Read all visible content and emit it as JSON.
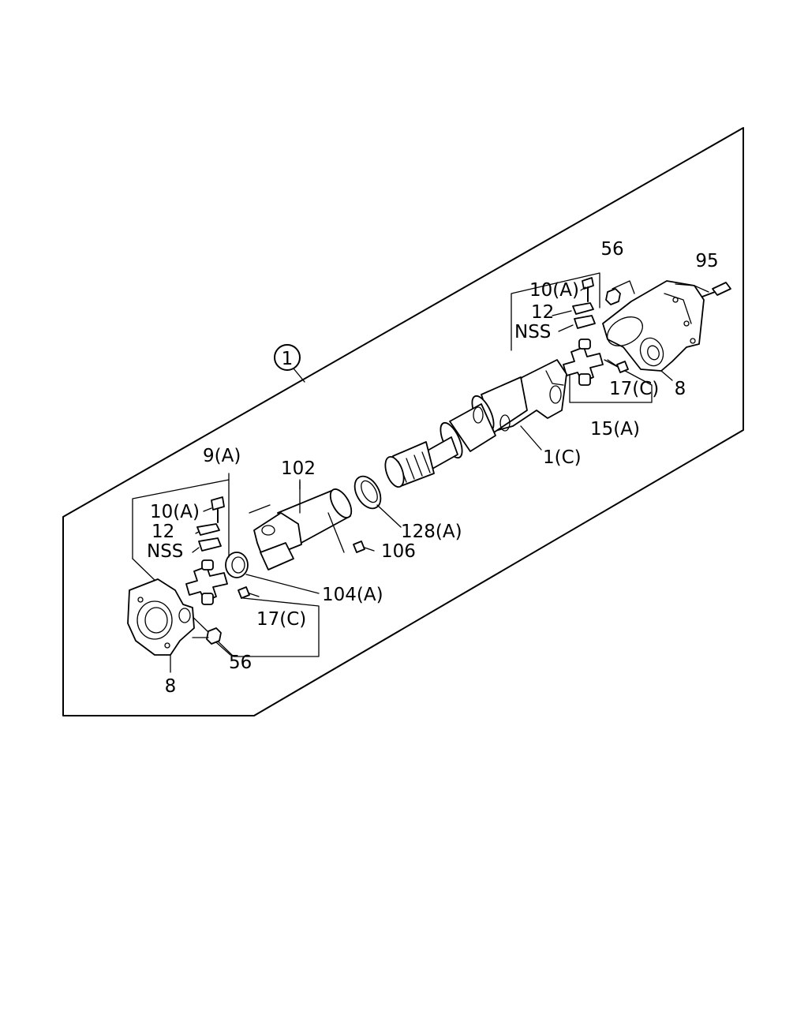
{
  "callouts": {
    "assembly": "1",
    "c56_top": "56",
    "c95": "95",
    "c10a_top": "10(A)",
    "c12_top": "12",
    "nss_top": "NSS",
    "c17c_top": "17(C)",
    "c8_right": "8",
    "c15a": "15(A)",
    "c1c": "1(C)",
    "c9a": "9(A)",
    "c102": "102",
    "c10a_left": "10(A)",
    "c12_left": "12",
    "nss_left": "NSS",
    "c128a": "128(A)",
    "c106": "106",
    "c104a": "104(A)",
    "c17c_left": "17(C)",
    "c56_left": "56",
    "c8_left": "8"
  }
}
